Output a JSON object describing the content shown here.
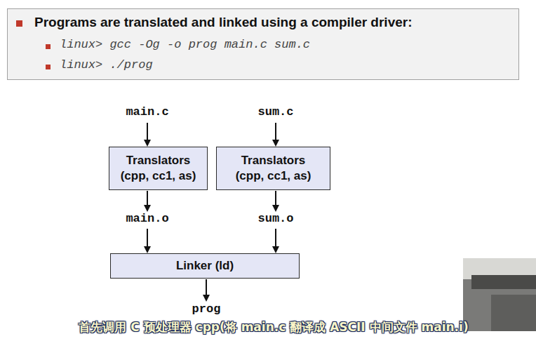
{
  "diagram": {
    "nodes": [
      {
        "text": [
          "Programs are translated and linked using a compiler driver:",
          "linux> gcc -Og -o prog main.c sum.c",
          "linux> ./prog"
        ]
      },
      {
        "text": [
          "Translators",
          "(cpp, cc1, as)"
        ]
      },
      {
        "text": [
          "Translators",
          "(cpp, cc1, as)"
        ]
      },
      {
        "text": [
          "Linker (ld)"
        ]
      }
    ],
    "labels": [
      "main.c",
      "sum.c",
      "main.o",
      "sum.o",
      "prog",
      "首先调用 C 预处理器 cpp(将 main.c 翻译成 ASCII 中间文件 main.i)"
    ]
  }
}
